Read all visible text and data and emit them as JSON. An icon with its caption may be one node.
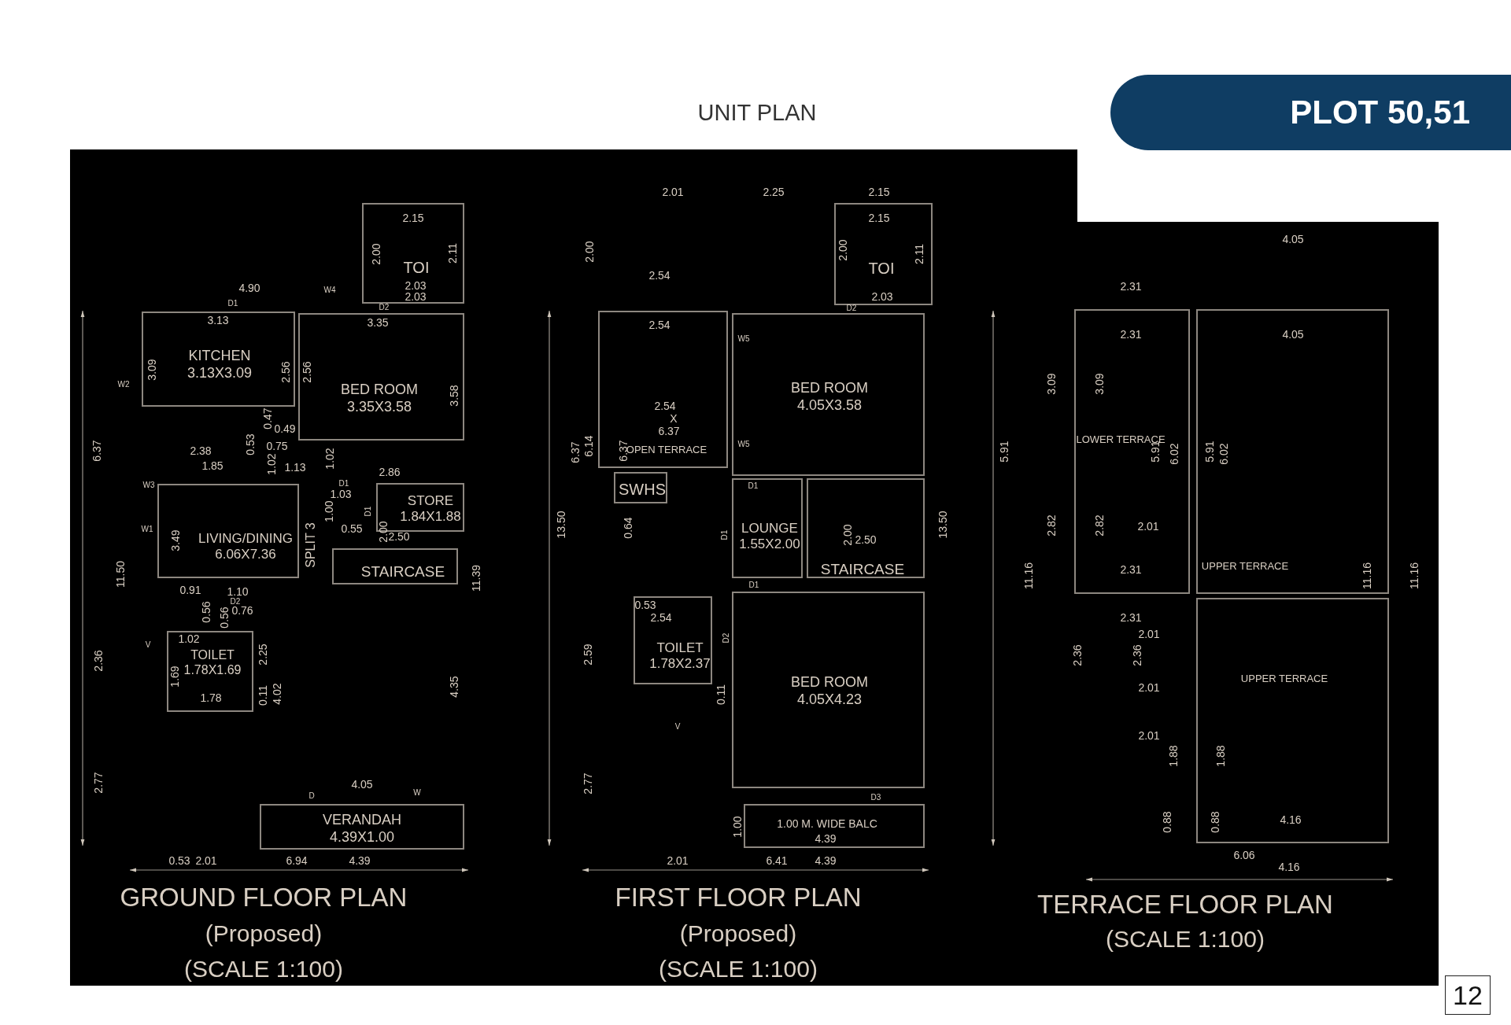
{
  "diagram": {
    "title": "UNIT PLAN",
    "nodes": [
      {
        "text": [
          "TOI"
        ]
      },
      {
        "text": [
          "KITCHEN",
          "3.13X3.09"
        ]
      },
      {
        "text": [
          "BED ROOM",
          "3.35X3.58"
        ]
      },
      {
        "text": [
          "STORE",
          "1.84X1.88"
        ]
      },
      {
        "text": [
          "LIVING/DINING",
          "6.06X7.36"
        ]
      },
      {
        "text": [
          "STAIRCASE"
        ]
      },
      {
        "text": [
          "TOILET",
          "1.78X1.69"
        ]
      },
      {
        "text": [
          "VERANDAH",
          "4.39X1.00"
        ]
      },
      {
        "text": [
          "TOI"
        ]
      },
      {
        "text": [
          "BED ROOM",
          "4.05X3.58"
        ]
      },
      {
        "text": [
          "OPEN TERRACE"
        ]
      },
      {
        "text": [
          "SWHS"
        ]
      },
      {
        "text": [
          "LOUNGE",
          "1.55X2.00"
        ]
      },
      {
        "text": [
          "STAIRCASE"
        ]
      },
      {
        "text": [
          "TOILET",
          "1.78X2.37"
        ]
      },
      {
        "text": [
          "BED ROOM",
          "4.05X4.23"
        ]
      },
      {
        "text": [
          "1.00 M. WIDE BALC"
        ]
      },
      {
        "text": [
          "LOWER TERRACE"
        ]
      },
      {
        "text": [
          "UPPER TERRACE"
        ]
      },
      {
        "text": [
          "UPPER TERRACE"
        ]
      }
    ],
    "labels": [
      "PLOT 50,51",
      "2.15",
      "2.00",
      "2.11",
      "4.90",
      "W4",
      "2.03",
      "2.03",
      "D1",
      "D2",
      "3.13",
      "3.35",
      "W2",
      "3.09",
      "2.56",
      "2.56",
      "3.58",
      "0.47",
      "0.49",
      "6.37",
      "2.38",
      "0.53",
      "0.75",
      "1.85",
      "1.02",
      "1.13",
      "1.02",
      "2.86",
      "W3",
      "D1",
      "1.03",
      "1.00",
      "D1",
      "W1",
      "0.55",
      "2.00",
      "2.50",
      "3.49",
      "SPLIT 3",
      "11.50",
      "11.39",
      "0.91",
      "1.10",
      "D2",
      "0.56",
      "0.56",
      "0.76",
      "1.02",
      "V",
      "2.36",
      "2.25",
      "1.69",
      "4.35",
      "1.78",
      "0.11",
      "4.02",
      "2.77",
      "4.05",
      "D",
      "W",
      "0.53",
      "2.01",
      "6.94",
      "4.39",
      "GROUND FLOOR PLAN",
      "(Proposed)",
      "(SCALE 1:100)",
      "2.01",
      "2.25",
      "2.15",
      "2.15",
      "2.00",
      "2.00",
      "2.11",
      "2.54",
      "2.03",
      "D2",
      "2.54",
      "W5",
      "2.54",
      "X",
      "6.37",
      "W5",
      "6.37",
      "6.14",
      "6.37",
      "D1",
      "13.50",
      "0.64",
      "D1",
      "2.00",
      "2.50",
      "13.50",
      "D1",
      "0.53",
      "2.54",
      "D2",
      "2.59",
      "0.11",
      "V",
      "2.77",
      "D3",
      "1.00",
      "4.39",
      "2.01",
      "6.41",
      "4.39",
      "FIRST FLOOR PLAN",
      "(Proposed)",
      "(SCALE 1:100)",
      "4.05",
      "2.31",
      "2.31",
      "4.05",
      "3.09",
      "3.09",
      "5.91",
      "5.91",
      "6.02",
      "5.91",
      "6.02",
      "2.82",
      "2.82",
      "2.01",
      "2.31",
      "11.16",
      "11.16",
      "11.16",
      "2.31",
      "2.01",
      "2.36",
      "2.36",
      "2.01",
      "2.01",
      "1.88",
      "1.88",
      "0.88",
      "0.88",
      "4.16",
      "6.06",
      "4.16",
      "TERRACE FLOOR PLAN",
      "(SCALE 1:100)",
      "12"
    ]
  }
}
